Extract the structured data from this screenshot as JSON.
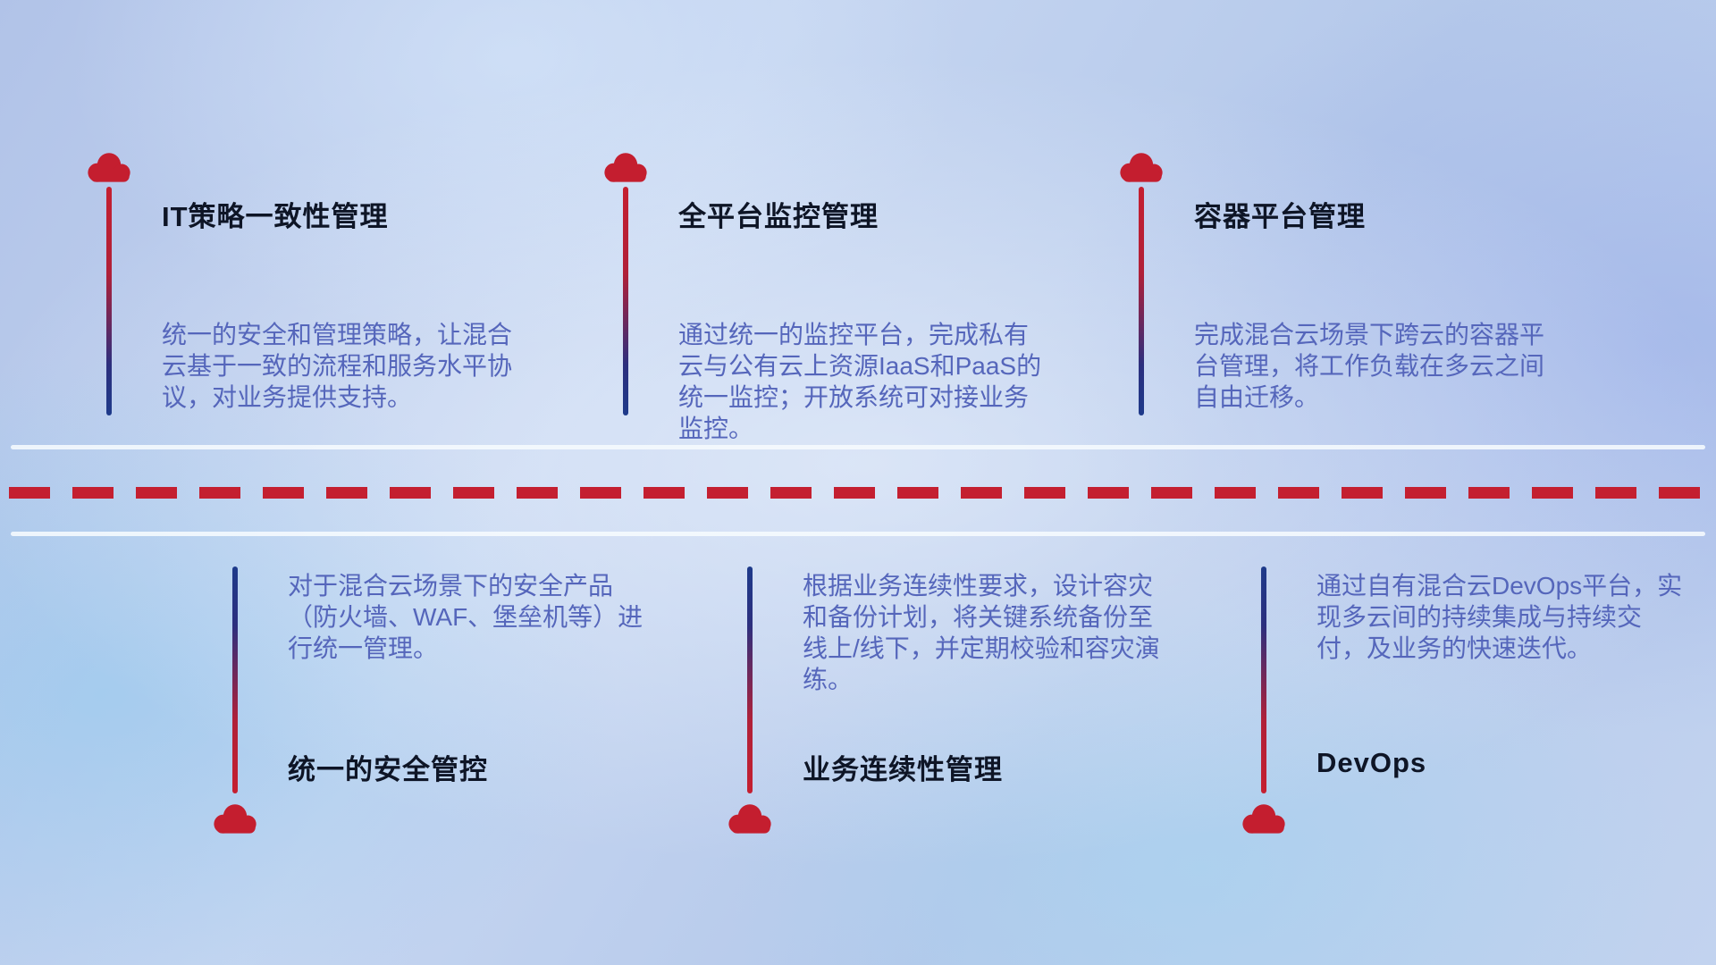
{
  "colors": {
    "accent_red": "#c41f30",
    "accent_blue": "#1e3a8a",
    "title_text": "#0e1526",
    "description_text": "#5566bb",
    "divider_solid": "#f2f7fd",
    "background_base": "#bccfed"
  },
  "icons": {
    "cloud-icon": "cloud shape (red)"
  },
  "top_row": [
    {
      "icon": "cloud-icon",
      "title": "IT策略一致性管理",
      "description": "统一的安全和管理策略，让混合云基于一致的流程和服务水平协议，对业务提供支持。"
    },
    {
      "icon": "cloud-icon",
      "title": "全平台监控管理",
      "description": "通过统一的监控平台，完成私有云与公有云上资源IaaS和PaaS的统一监控；开放系统可对接业务监控。"
    },
    {
      "icon": "cloud-icon",
      "title": "容器平台管理",
      "description": "完成混合云场景下跨云的容器平台管理，将工作负载在多云之间自由迁移。"
    }
  ],
  "bottom_row": [
    {
      "icon": "cloud-icon",
      "title": "统一的安全管控",
      "description": "对于混合云场景下的安全产品（防火墙、WAF、堡垒机等）进行统一管理。"
    },
    {
      "icon": "cloud-icon",
      "title": "业务连续性管理",
      "description": "根据业务连续性要求，设计容灾和备份计划，将关键系统备份至线上/线下，并定期校验和容灾演练。"
    },
    {
      "icon": "cloud-icon",
      "title": "DevOps",
      "description": "通过自有混合云DevOps平台，实现多云间的持续集成与持续交付，及业务的快速迭代。"
    }
  ]
}
